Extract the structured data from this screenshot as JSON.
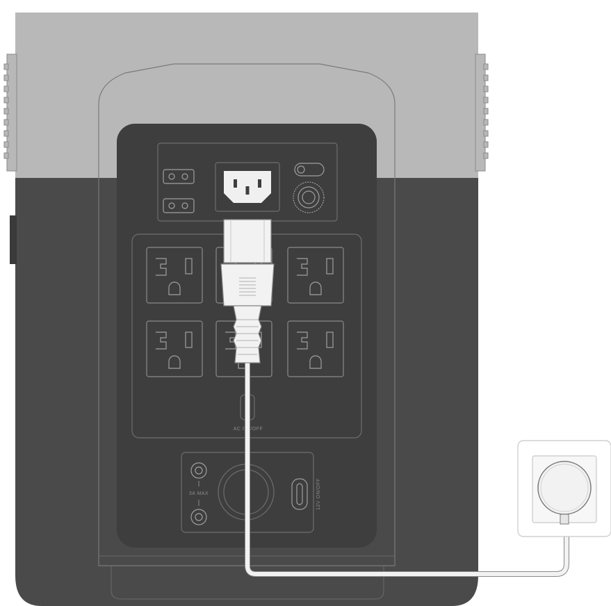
{
  "labels": {
    "ac_switch": "AC ON/OFF",
    "usb_current": "3A MAX",
    "dc_switch": "12V ON/OFF"
  },
  "colors": {
    "top_shell": "#b8b8b8",
    "body_shell": "#4a4a4a",
    "panel": "#3e3e3e",
    "outline": "#6e6e6e",
    "cable": "#f2f2f2",
    "background": "#ffffff"
  },
  "icons": {
    "ac_inlet": "iec-c14-inlet-icon",
    "outlet": "nema-outlet-icon",
    "wall_socket": "wall-socket-icon",
    "breaker": "breaker-knob-icon"
  }
}
